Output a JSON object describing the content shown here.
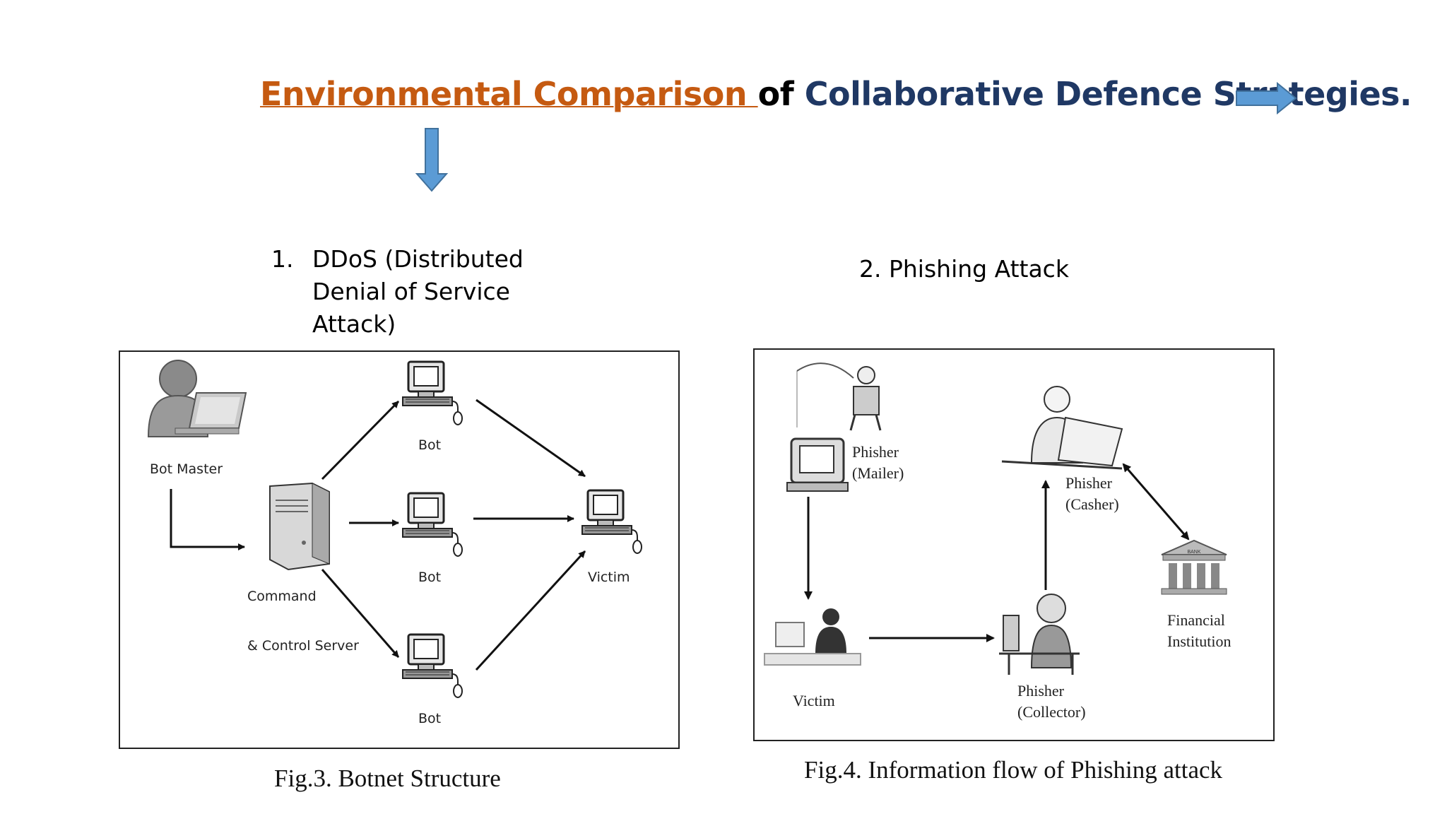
{
  "slide": {
    "title": {
      "part1": "Environmental Comparison ",
      "part2": "of ",
      "part3": "Collaborative Defence Strategies."
    },
    "colors": {
      "accent_orange": "#c55a11",
      "navy": "#1f3864",
      "arrow_blue": "#5b9bd5"
    },
    "heading_1": {
      "number": "1.",
      "text": "DDoS (Distributed Denial of Service Attack)"
    },
    "heading_2": {
      "text": "2. Phishing Attack"
    }
  },
  "figure_3": {
    "caption": "Fig.3. Botnet Structure",
    "nodes": {
      "bot_master": "Bot Master",
      "command_1": "Command",
      "command_2": "& Control Server",
      "bot_top": "Bot",
      "bot_mid": "Bot",
      "bot_bottom": "Bot",
      "victim": "Victim"
    }
  },
  "figure_4": {
    "caption": "Fig.4. Information flow of Phishing attack",
    "nodes": {
      "mailer_1": "Phisher",
      "mailer_2": "(Mailer)",
      "casher_1": "Phisher",
      "casher_2": "(Casher)",
      "financial_1": "Financial",
      "financial_2": "Institution",
      "bank_sign": "BANK",
      "victim": "Victim",
      "collector_1": "Phisher",
      "collector_2": "(Collector)"
    }
  },
  "icons": [
    "arrow-right-icon",
    "arrow-down-icon",
    "person-laptop-icon",
    "server-icon",
    "computer-icon",
    "fisherman-icon",
    "bank-icon"
  ]
}
